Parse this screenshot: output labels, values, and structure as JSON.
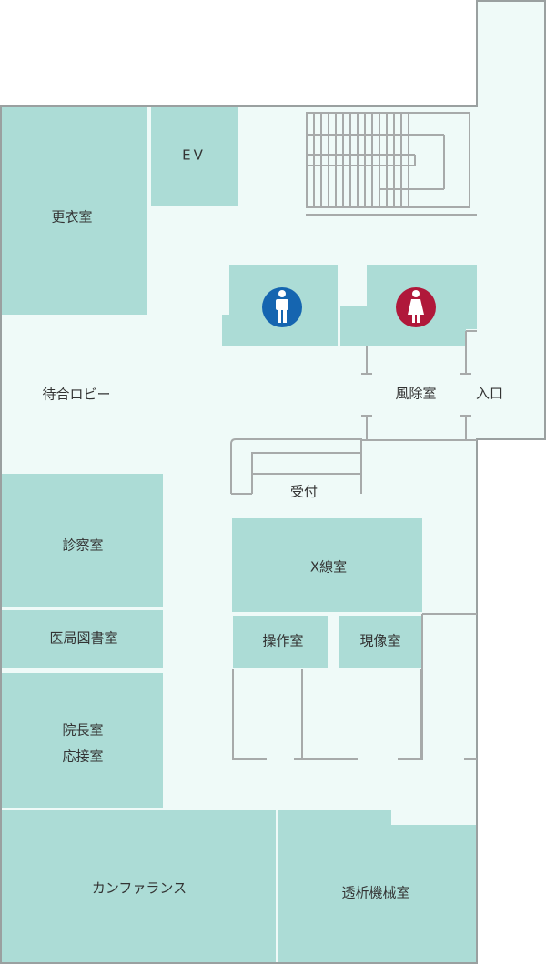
{
  "rooms": {
    "changing_room": "更衣室",
    "elevator": "EV",
    "waiting_lobby": "待合ロビー",
    "vestibule": "風除室",
    "entrance": "入口",
    "reception": "受付",
    "exam_room": "診察室",
    "xray_room": "X線室",
    "medical_library": "医局図書室",
    "control_room": "操作室",
    "darkroom": "現像室",
    "director_room": "院長室",
    "reception_room": "応接室",
    "conference": "カンファランス",
    "dialysis_machine_room": "透析機械室"
  },
  "icons": {
    "mens_restroom": "mens-restroom-icon",
    "womens_restroom": "womens-restroom-icon"
  },
  "colors": {
    "room_fill": "#acdcd6",
    "floor_fill": "#effaf8",
    "mens_icon": "#1565b0",
    "womens_icon": "#b0183a",
    "wall": "#9aa0a0"
  }
}
